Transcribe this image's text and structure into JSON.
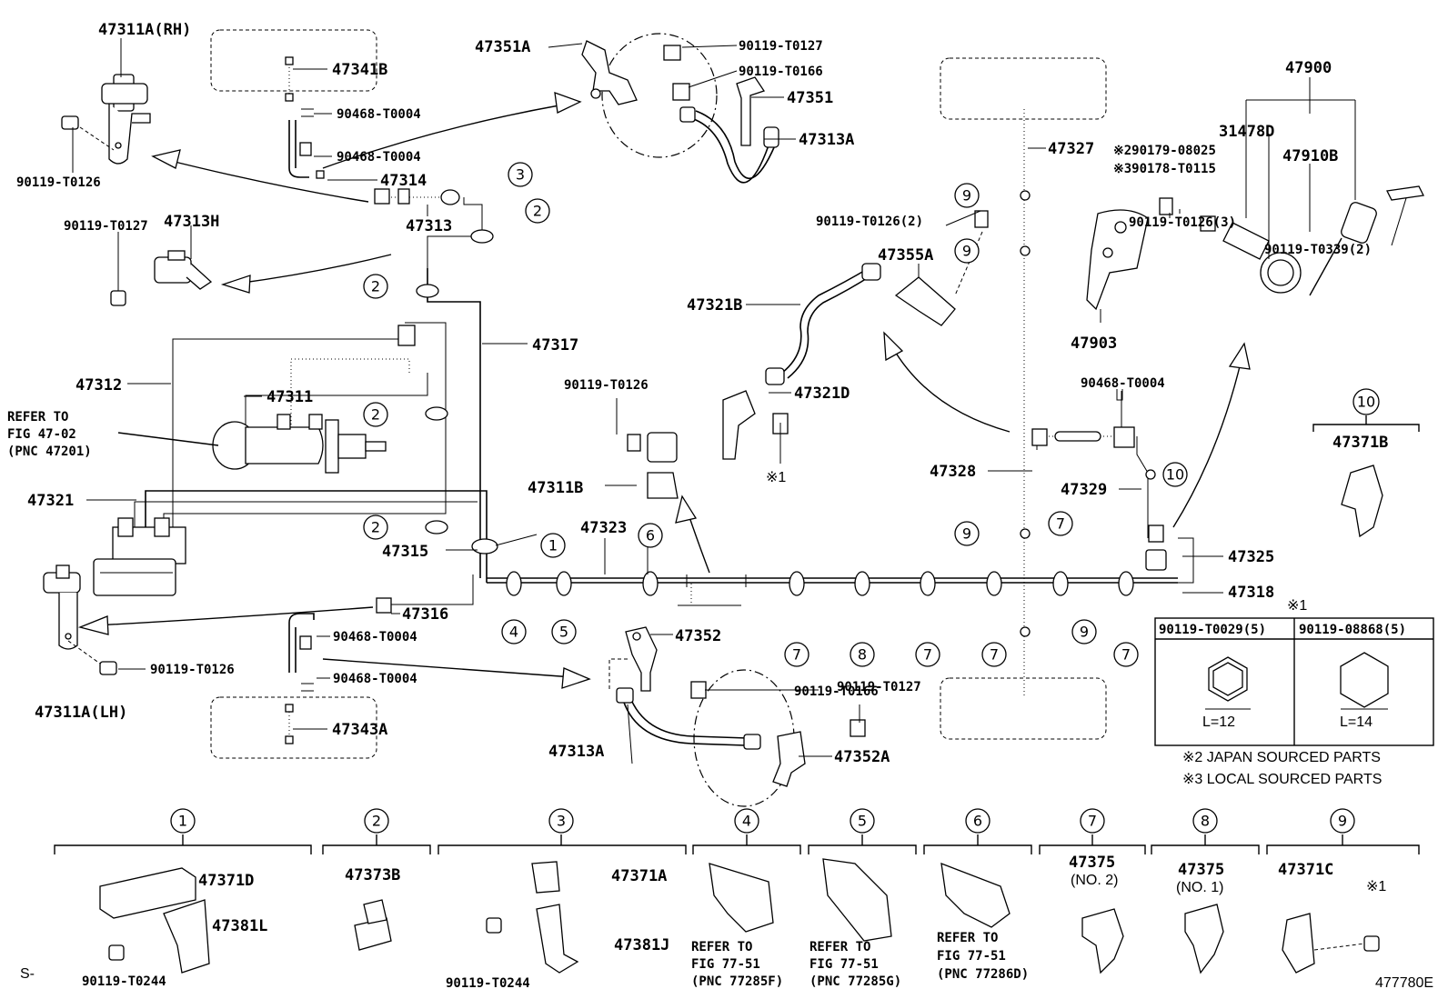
{
  "labels": {
    "p47311a_rh": "47311A(RH)",
    "p47341b": "47341B",
    "p90468_a": "90468-T0004",
    "p90468_b": "90468-T0004",
    "p47314": "47314",
    "p47313": "47313",
    "p90119_t0126_a": "90119-T0126",
    "p47313h": "47313H",
    "p90119_t0127_a": "90119-T0127",
    "p47351a": "47351A",
    "p90119_t0127_b": "90119-T0127",
    "p90119_t0166_a": "90119-T0166",
    "p47351": "47351",
    "p47313a_top": "47313A",
    "p47317": "47317",
    "p47312": "47312",
    "p47311": "47311",
    "refer_fig_47": "REFER TO",
    "refer_fig_47_b": "FIG 47-02",
    "refer_fig_47_c": "(PNC 47201)",
    "p47321": "47321",
    "p47315": "47315",
    "p47316": "47316",
    "p90119_t0126_b": "90119-T0126",
    "p47311a_lh": "47311A(LH)",
    "p90468_c": "90468-T0004",
    "p90468_d": "90468-T0004",
    "p47343a": "47343A",
    "p90119_t0126_c": "90119-T0126",
    "p47311b": "47311B",
    "p47323": "47323",
    "p47352": "47352",
    "p90119_t0166_b": "90119-T0166",
    "p90119_t0127_c": "90119-T0127",
    "p47313a_bot": "47313A",
    "p47352a": "47352A",
    "p47321b": "47321B",
    "p47321d": "47321D",
    "ref1": "※1",
    "p90119_t0126_2": "90119-T0126(2)",
    "p47355a": "47355A",
    "p47327": "47327",
    "p90179": "※290179-08025",
    "p90178": "※390178-T0115",
    "p31478d": "31478D",
    "p47900": "47900",
    "p47910b": "47910B",
    "p90119_t0126_3": "90119-T0126(3)",
    "p47903": "47903",
    "p90119_t0339": "90119-T0339(2)",
    "p90468_e": "90468-T0004",
    "p47328": "47328",
    "p47329": "47329",
    "p47371b": "47371B",
    "p47325": "47325",
    "p47318": "47318",
    "ref1_b": "※1",
    "tbl_h1": "90119-T0029(5)",
    "tbl_h2": "90119-08868(5)",
    "tbl_l1": "L=12",
    "tbl_l2": "L=14",
    "note_japan": "※2 JAPAN SOURCED PARTS",
    "note_local": "※3 LOCAL SOURCED PARTS",
    "p47371d": "47371D",
    "p47381l": "47381L",
    "p90119_t0244_a": "90119-T0244",
    "p47373b": "47373B",
    "p47371a": "47371A",
    "p47381j": "47381J",
    "p90119_t0244_b": "90119-T0244",
    "refer_77285f_a": "REFER TO",
    "refer_77285f_b": "FIG 77-51",
    "refer_77285f_c": "(PNC 77285F)",
    "refer_77285g_a": "REFER TO",
    "refer_77285g_b": "FIG 77-51",
    "refer_77285g_c": "(PNC 77285G)",
    "refer_77286d_a": "REFER TO",
    "refer_77286d_b": "FIG 77-51",
    "refer_77286d_c": "(PNC 77286D)",
    "p47375_no2": "47375",
    "no2": "(NO. 2)",
    "p47375_no1": "47375",
    "no1": "(NO. 1)",
    "p47371c": "47371C",
    "ref1_c": "※1",
    "corner_s": "S-",
    "figure_id": "477780E"
  },
  "callouts": {
    "c1": "1",
    "c2": "2",
    "c3": "3",
    "c4": "4",
    "c5": "5",
    "c6": "6",
    "c7": "7",
    "c8": "8",
    "c9": "9",
    "c10": "10"
  }
}
